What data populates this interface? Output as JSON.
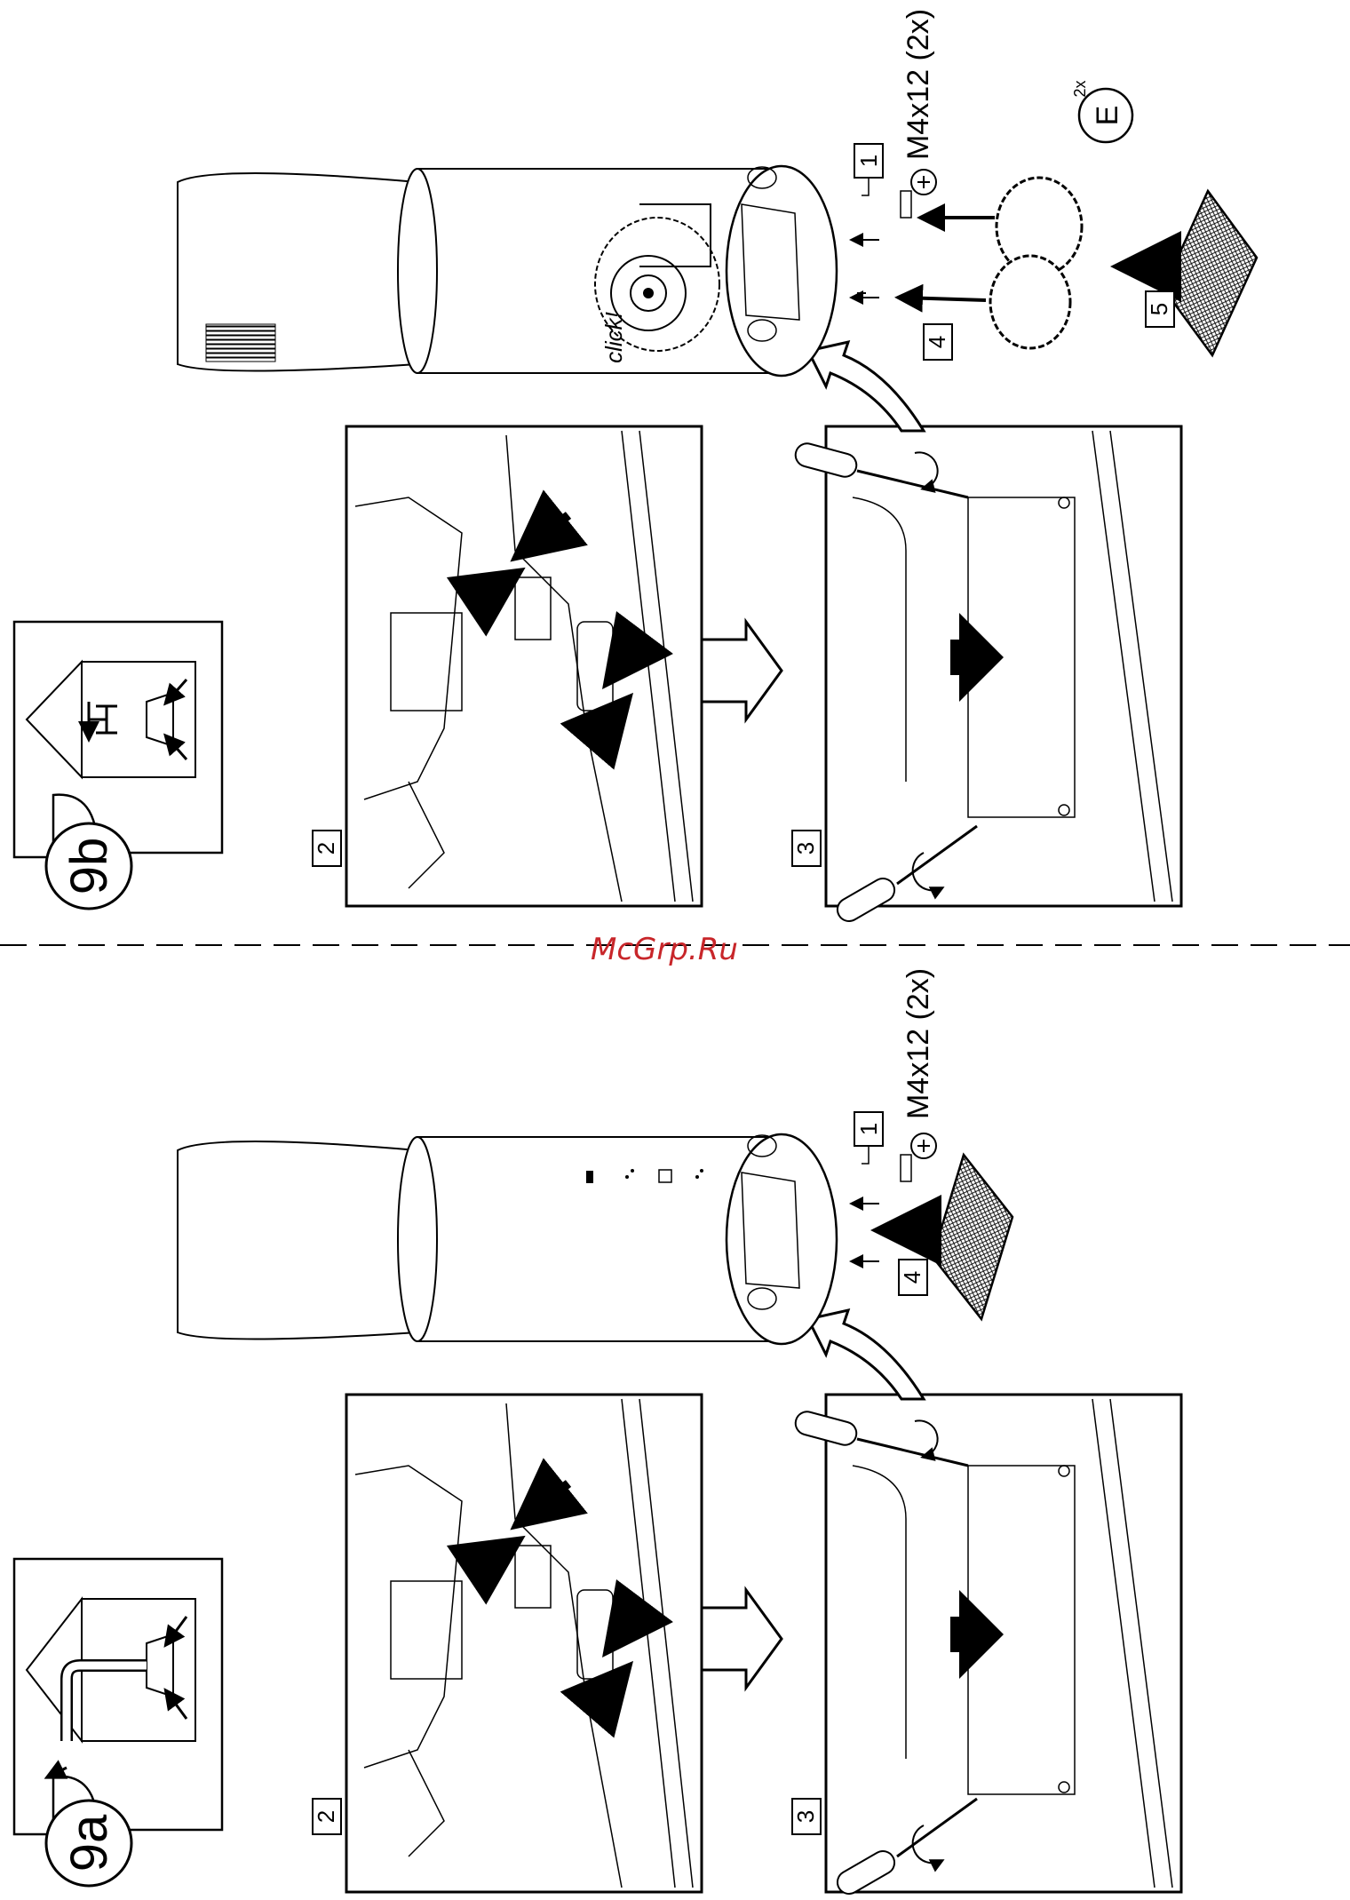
{
  "page": {
    "watermark": "McGrp.Ru",
    "divider": "dashed-horizontal"
  },
  "sections": [
    {
      "id": "9b",
      "badge_label": "9b",
      "mode_icon": "recirculation-mode-icon",
      "steps": {
        "s1": "1",
        "s2": "2",
        "s3": "3",
        "s4": "4",
        "s5": "5"
      },
      "screw_spec": "M4x12 (2x)",
      "click_text": "click!",
      "part_qty": "2x",
      "part_letter": "E"
    },
    {
      "id": "9a",
      "badge_label": "9a",
      "mode_icon": "extraction-mode-icon",
      "steps": {
        "s1": "1",
        "s2": "2",
        "s3": "3",
        "s4": "4"
      },
      "screw_spec": "M4x12 (2x)"
    }
  ],
  "colors": {
    "line": "#000000",
    "watermark": "#c8262a",
    "background": "#ffffff"
  }
}
